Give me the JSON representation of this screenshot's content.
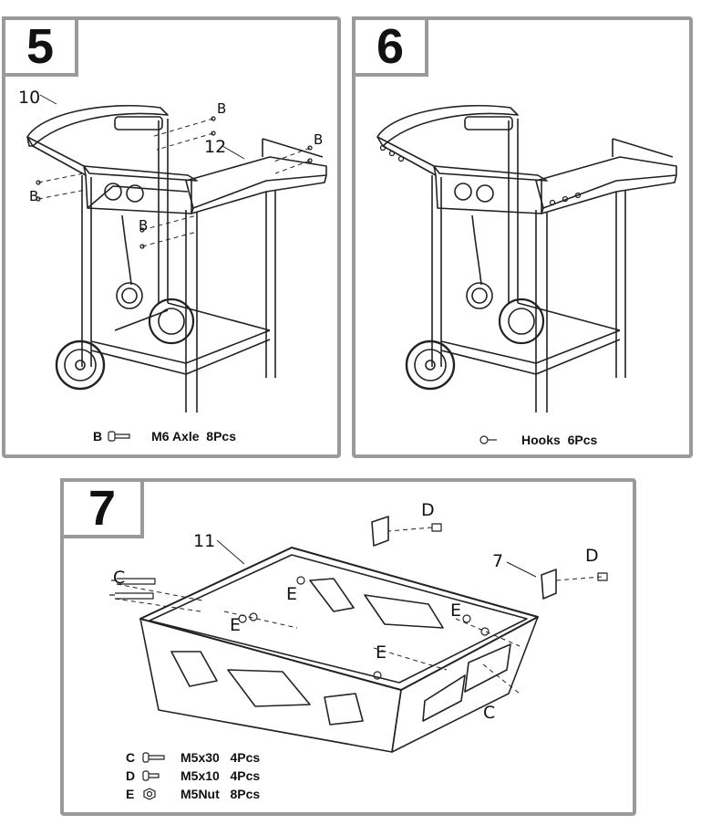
{
  "steps": [
    {
      "number": "5",
      "callouts": {
        "part_10": "10",
        "part_12": "12",
        "fastener_b": "B"
      },
      "parts": [
        {
          "letter": "B",
          "desc": "M6 Axle  8Pcs"
        }
      ]
    },
    {
      "number": "6",
      "parts": [
        {
          "letter": "",
          "desc": "Hooks  6Pcs"
        }
      ]
    },
    {
      "number": "7",
      "callouts": {
        "part_11": "11",
        "part_7": "7",
        "fastener_c": "C",
        "fastener_d": "D",
        "fastener_e": "E"
      },
      "parts": [
        {
          "letter": "C",
          "desc": "M5x30   4Pcs"
        },
        {
          "letter": "D",
          "desc": "M5x10   4Pcs"
        },
        {
          "letter": "E",
          "desc": "M5Nut   8Pcs"
        }
      ]
    }
  ],
  "icons": {
    "axle": "axle-bolt-icon",
    "hook": "hook-icon",
    "bolt": "bolt-icon",
    "nut": "nut-icon"
  }
}
